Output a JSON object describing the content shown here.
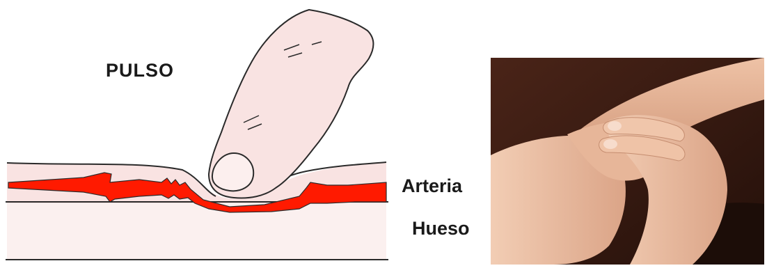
{
  "diagram": {
    "title": "PULSO",
    "labels": {
      "artery": "Arteria",
      "bone": "Hueso"
    },
    "colors": {
      "artery": "#ff1a00",
      "skin": "#f9e3e2",
      "bone_tissue": "#fbf0ef",
      "outline": "#2a2a2a"
    }
  },
  "photo": {
    "icon": "wrist-pulse-photo",
    "colors": {
      "background": "#3a1a12",
      "skin": "#e8b89a"
    }
  }
}
